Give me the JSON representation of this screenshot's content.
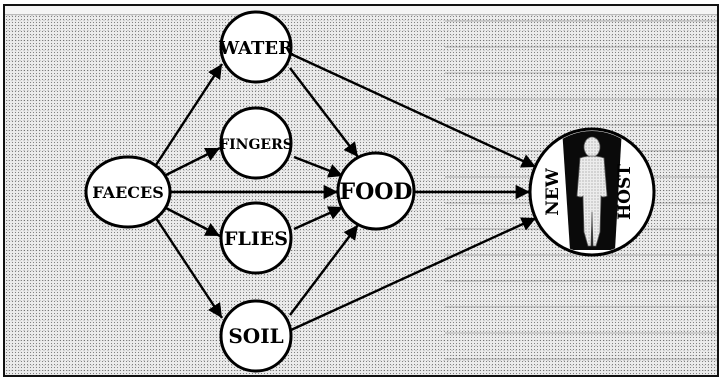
{
  "nodes": {
    "faeces": "FAECES",
    "water": "WATER",
    "fingers": "FINGERS",
    "food": "FOOD",
    "flies": "FLIES",
    "soil": "SOIL",
    "new": "NEW",
    "host": "HOST"
  }
}
